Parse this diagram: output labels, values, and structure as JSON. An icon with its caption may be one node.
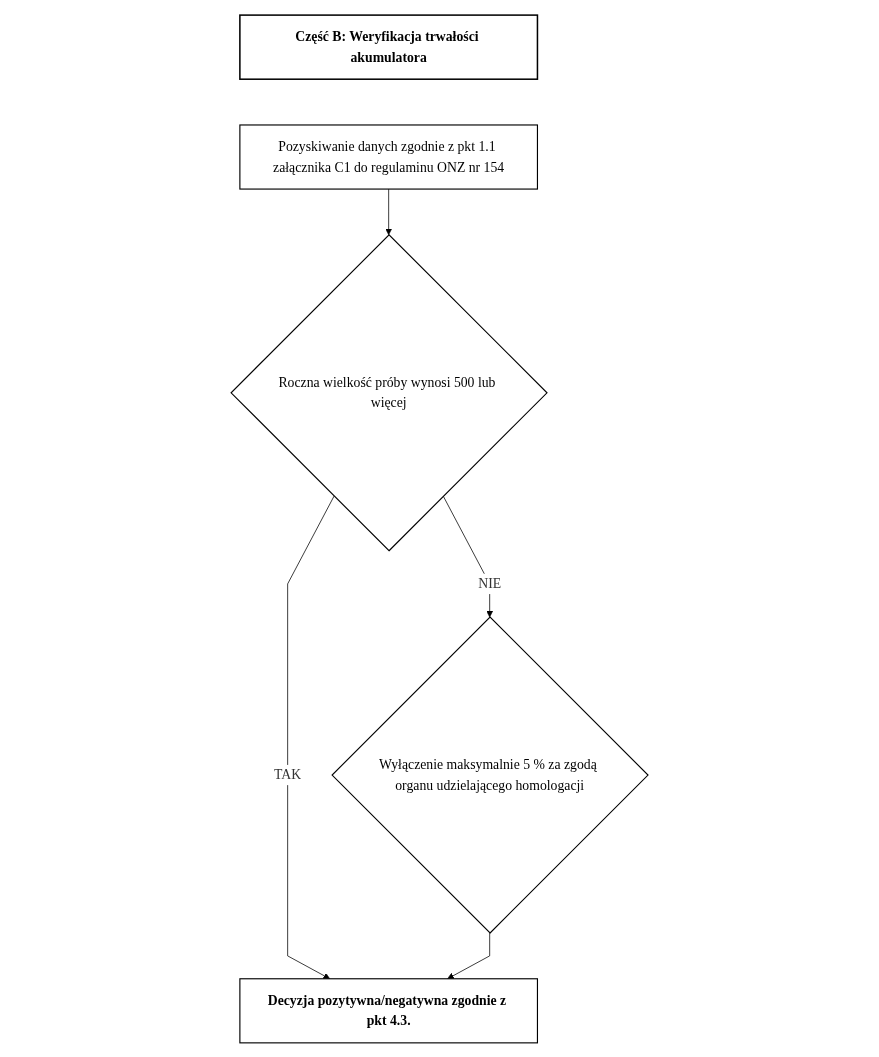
{
  "diagram": {
    "nodes": [
      {
        "text": [
          "Część B: Weryfikacja trwałości akumulatora"
        ]
      },
      {
        "text": [
          "Pozyskiwanie danych zgodnie z pkt 1.1 załącznika C1 do regulaminu ONZ nr 154"
        ]
      },
      {
        "text": [
          "Roczna wielkość próby wynosi 500 lub więcej"
        ]
      },
      {
        "text": [
          "Wyłączenie maksymalnie 5 % za zgodą organu udzielającego homologacji"
        ]
      },
      {
        "text": [
          "Decyzja pozytywna/negatywna zgodnie z pkt 4.3."
        ]
      }
    ],
    "edges": [
      {
        "from": 1,
        "to": 2,
        "arrow": "to"
      },
      {
        "from": 2,
        "to": 3,
        "arrow": "to",
        "label": "NIE"
      },
      {
        "from": 2,
        "to": 4,
        "arrow": "to",
        "label": "TAK"
      },
      {
        "from": 3,
        "to": 4,
        "arrow": "to"
      }
    ]
  }
}
